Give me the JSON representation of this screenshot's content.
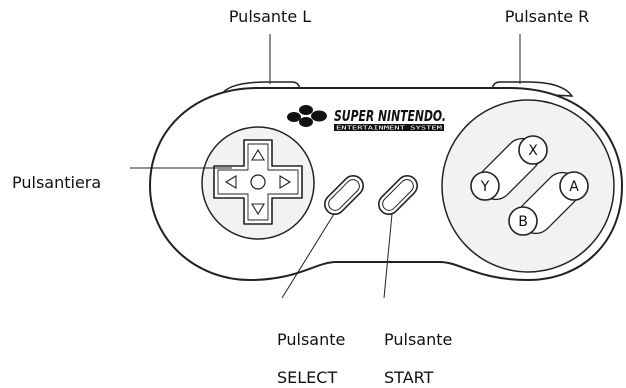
{
  "labels": {
    "l_button": "Pulsante L",
    "r_button": "Pulsante R",
    "dpad": "Pulsantiera",
    "select_line1": "Pulsante",
    "select_line2": "SELECT",
    "start_line1": "Pulsante",
    "start_line2": "START"
  },
  "logo": {
    "main": "SUPER NINTENDO.",
    "sub": "ENTERTAINMENT SYSTEM"
  },
  "face_buttons": {
    "x": "X",
    "y": "Y",
    "a": "A",
    "b": "B"
  }
}
